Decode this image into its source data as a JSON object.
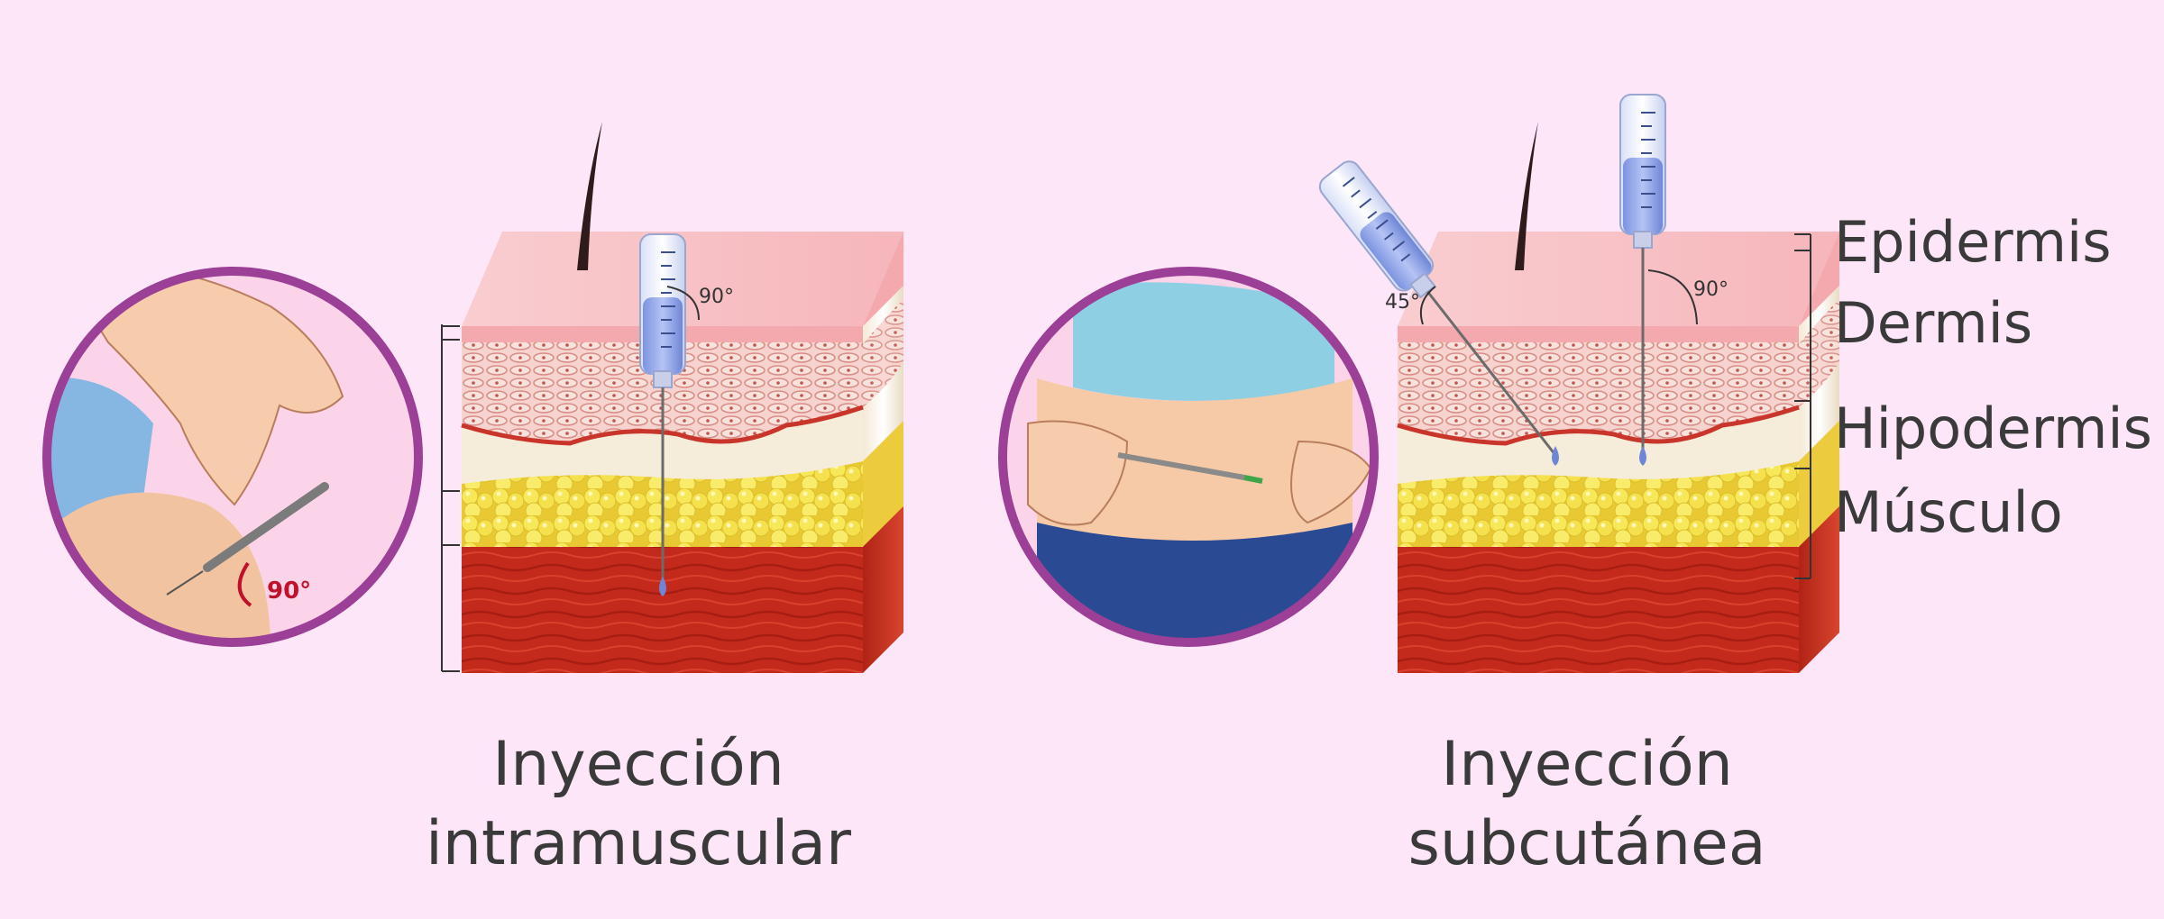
{
  "angles": {
    "im_inset": "90°",
    "im_block": "90°",
    "sc_block_angled": "45°",
    "sc_block_vertical": "90°"
  },
  "captions": {
    "intramuscular": [
      "Inyección",
      "intramuscular"
    ],
    "subcutaneous": [
      "Inyección",
      "subcutánea"
    ]
  },
  "layers": {
    "epidermis": "Epidermis",
    "dermis": "Dermis",
    "hypodermis": "Hipodermis",
    "muscle": "Músculo"
  },
  "colors": {
    "background": "#fde6f8",
    "inset_ring": "#9c3f97",
    "epidermis": "#f6c1c5",
    "dermis": "#f5d7d3",
    "hypodermis": "#f4ecd6",
    "fat": "#f5e34b",
    "muscle": "#c2281a",
    "syringe_liquid": "#8ea6e8",
    "angle_red": "#c0112a",
    "text": "#3a3a3a"
  }
}
